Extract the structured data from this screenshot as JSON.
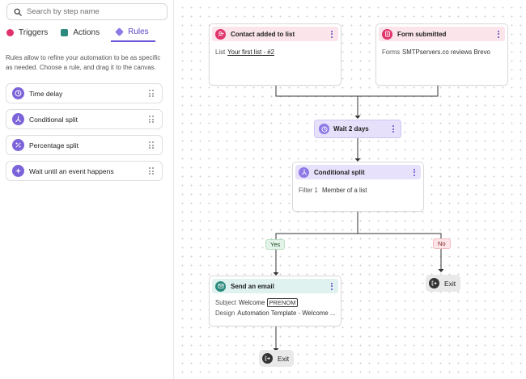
{
  "sidebar": {
    "search": {
      "placeholder": "Search by step name"
    },
    "tabs": [
      {
        "label": "Triggers",
        "color": "#e0336b"
      },
      {
        "label": "Actions",
        "color": "#2b8a7e"
      },
      {
        "label": "Rules",
        "color": "#8f79e6",
        "active": true
      }
    ],
    "description": "Rules allow to refine your automation to be as specific as needed. Choose a rule, and drag it to the canvas.",
    "rules": [
      {
        "label": "Time delay",
        "icon": "clock-icon"
      },
      {
        "label": "Conditional split",
        "icon": "split-icon"
      },
      {
        "label": "Percentage split",
        "icon": "percent-icon"
      },
      {
        "label": "Wait until an event happens",
        "icon": "sparkle-icon"
      }
    ]
  },
  "canvas": {
    "trigger1": {
      "title": "Contact added to list",
      "list_key": "List",
      "list_value": "Your first list - #2",
      "icon": "user-plus-icon"
    },
    "trigger2": {
      "title": "Form submitted",
      "forms_key": "Forms",
      "forms_value": "SMTPservers.co reviews Brevo",
      "icon": "form-icon"
    },
    "wait": {
      "title": "Wait 2 days",
      "icon": "clock-icon"
    },
    "split": {
      "title": "Conditional split",
      "filter_key": "Filter 1",
      "filter_value": "Member of a list",
      "icon": "split-icon"
    },
    "branches": {
      "yes": "Yes",
      "no": "No"
    },
    "email": {
      "title": "Send an email",
      "subject_key": "Subject",
      "subject_value": "Welcome",
      "subject_tag": "PRENOM",
      "design_key": "Design",
      "design_value": "Automation Template - Welcome ...",
      "icon": "envelope-icon"
    },
    "exit_label": "Exit"
  }
}
